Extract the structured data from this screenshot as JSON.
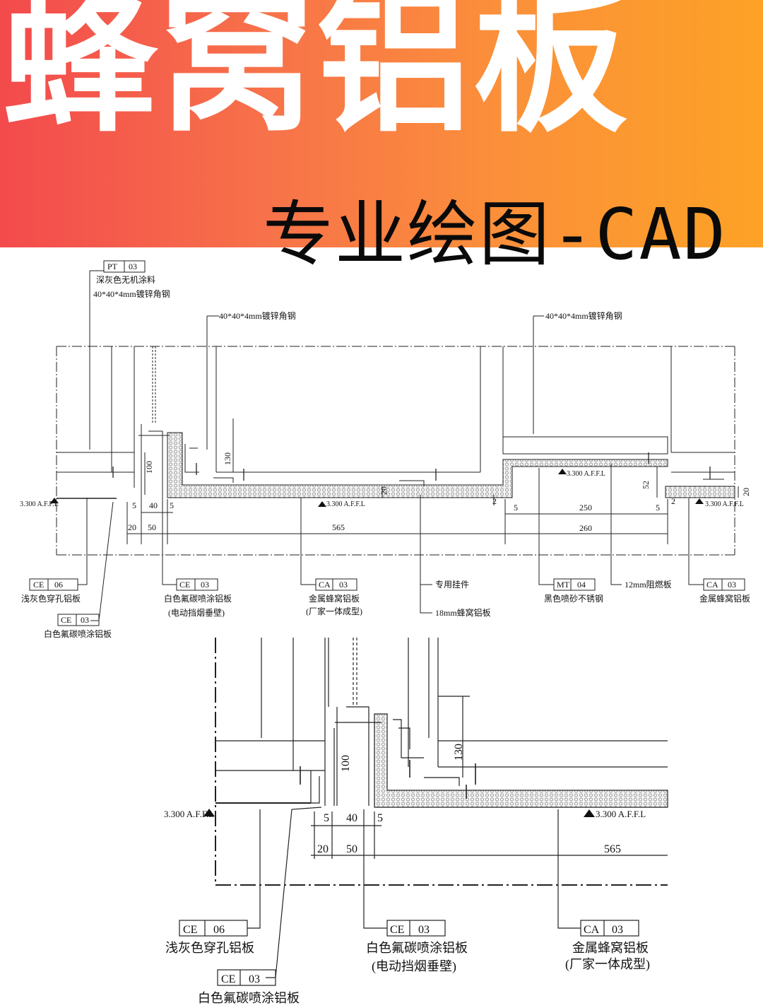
{
  "banner": {
    "title": "蜂窝铝板",
    "subtitle_cn": "专业绘图",
    "subtitle_dash": "-",
    "subtitle_latin": "CAD",
    "gradient": [
      "#f34a4c",
      "#fda226"
    ],
    "title_color": "#ffffff"
  },
  "top": {
    "tag_pt": [
      "PT",
      "03"
    ],
    "note_paint": "深灰色无机涂料",
    "note_angle": "40*40*4mm镀锌角钢",
    "note_angle_l": "40*40*4mm镀锌角钢",
    "note_angle_r": "40*40*4mm镀锌角钢",
    "lvl": [
      "3.300 A.F.F.L",
      "3.300 A.F.F.L",
      "3.300 A.F.F.L",
      "3.300 A.F.F.L"
    ],
    "dims": [
      "100",
      "130",
      "40",
      "5",
      "5",
      "20",
      "50",
      "565",
      "20",
      "2",
      "5",
      "250",
      "5",
      "260",
      "52",
      "20",
      "2"
    ],
    "tag_ce06": [
      "CE",
      "06"
    ],
    "lbl_ce06": "浅灰色穿孔铝板",
    "tag_ce03b": [
      "CE",
      "03"
    ],
    "lbl_ce03b": "白色氟碳喷涂铝板",
    "tag_ce03": [
      "CE",
      "03"
    ],
    "lbl_ce03_1": "白色氟碳喷涂铝板",
    "lbl_ce03_2": "(电动挡烟垂壁)",
    "tag_ca03": [
      "CA",
      "03"
    ],
    "lbl_ca03_1": "金属蜂窝铝板",
    "lbl_ca03_2": "(厂家一体成型)",
    "lbl_hanger": "专用挂件",
    "lbl_18mm": "18mm蜂窝铝板",
    "tag_mt04": [
      "MT",
      "04"
    ],
    "lbl_mt04": "黑色喷砂不锈钢",
    "lbl_12mm": "12mm阻燃板",
    "tag_ca03r": [
      "CA",
      "03"
    ],
    "lbl_ca03r": "金属蜂窝铝板"
  },
  "bottom": {
    "lvl": [
      "3.300 A.F.F.L",
      "3.300 A.F.F.L"
    ],
    "dims": [
      "100",
      "130",
      "5",
      "40",
      "5",
      "20",
      "50",
      "565"
    ],
    "tag_ce06": [
      "CE",
      "06"
    ],
    "lbl_ce06": "浅灰色穿孔铝板",
    "tag_ce03": [
      "CE",
      "03"
    ],
    "lbl_ce03_1": "白色氟碳喷涂铝板",
    "lbl_ce03_2": "(电动挡烟垂壁)",
    "tag_ca03": [
      "CA",
      "03"
    ],
    "lbl_ca03_1": "金属蜂窝铝板",
    "lbl_ca03_2": "(厂家一体成型)",
    "tag_ce03b": [
      "CE",
      "03"
    ],
    "lbl_ce03b": "白色氟碳喷涂铝板"
  }
}
